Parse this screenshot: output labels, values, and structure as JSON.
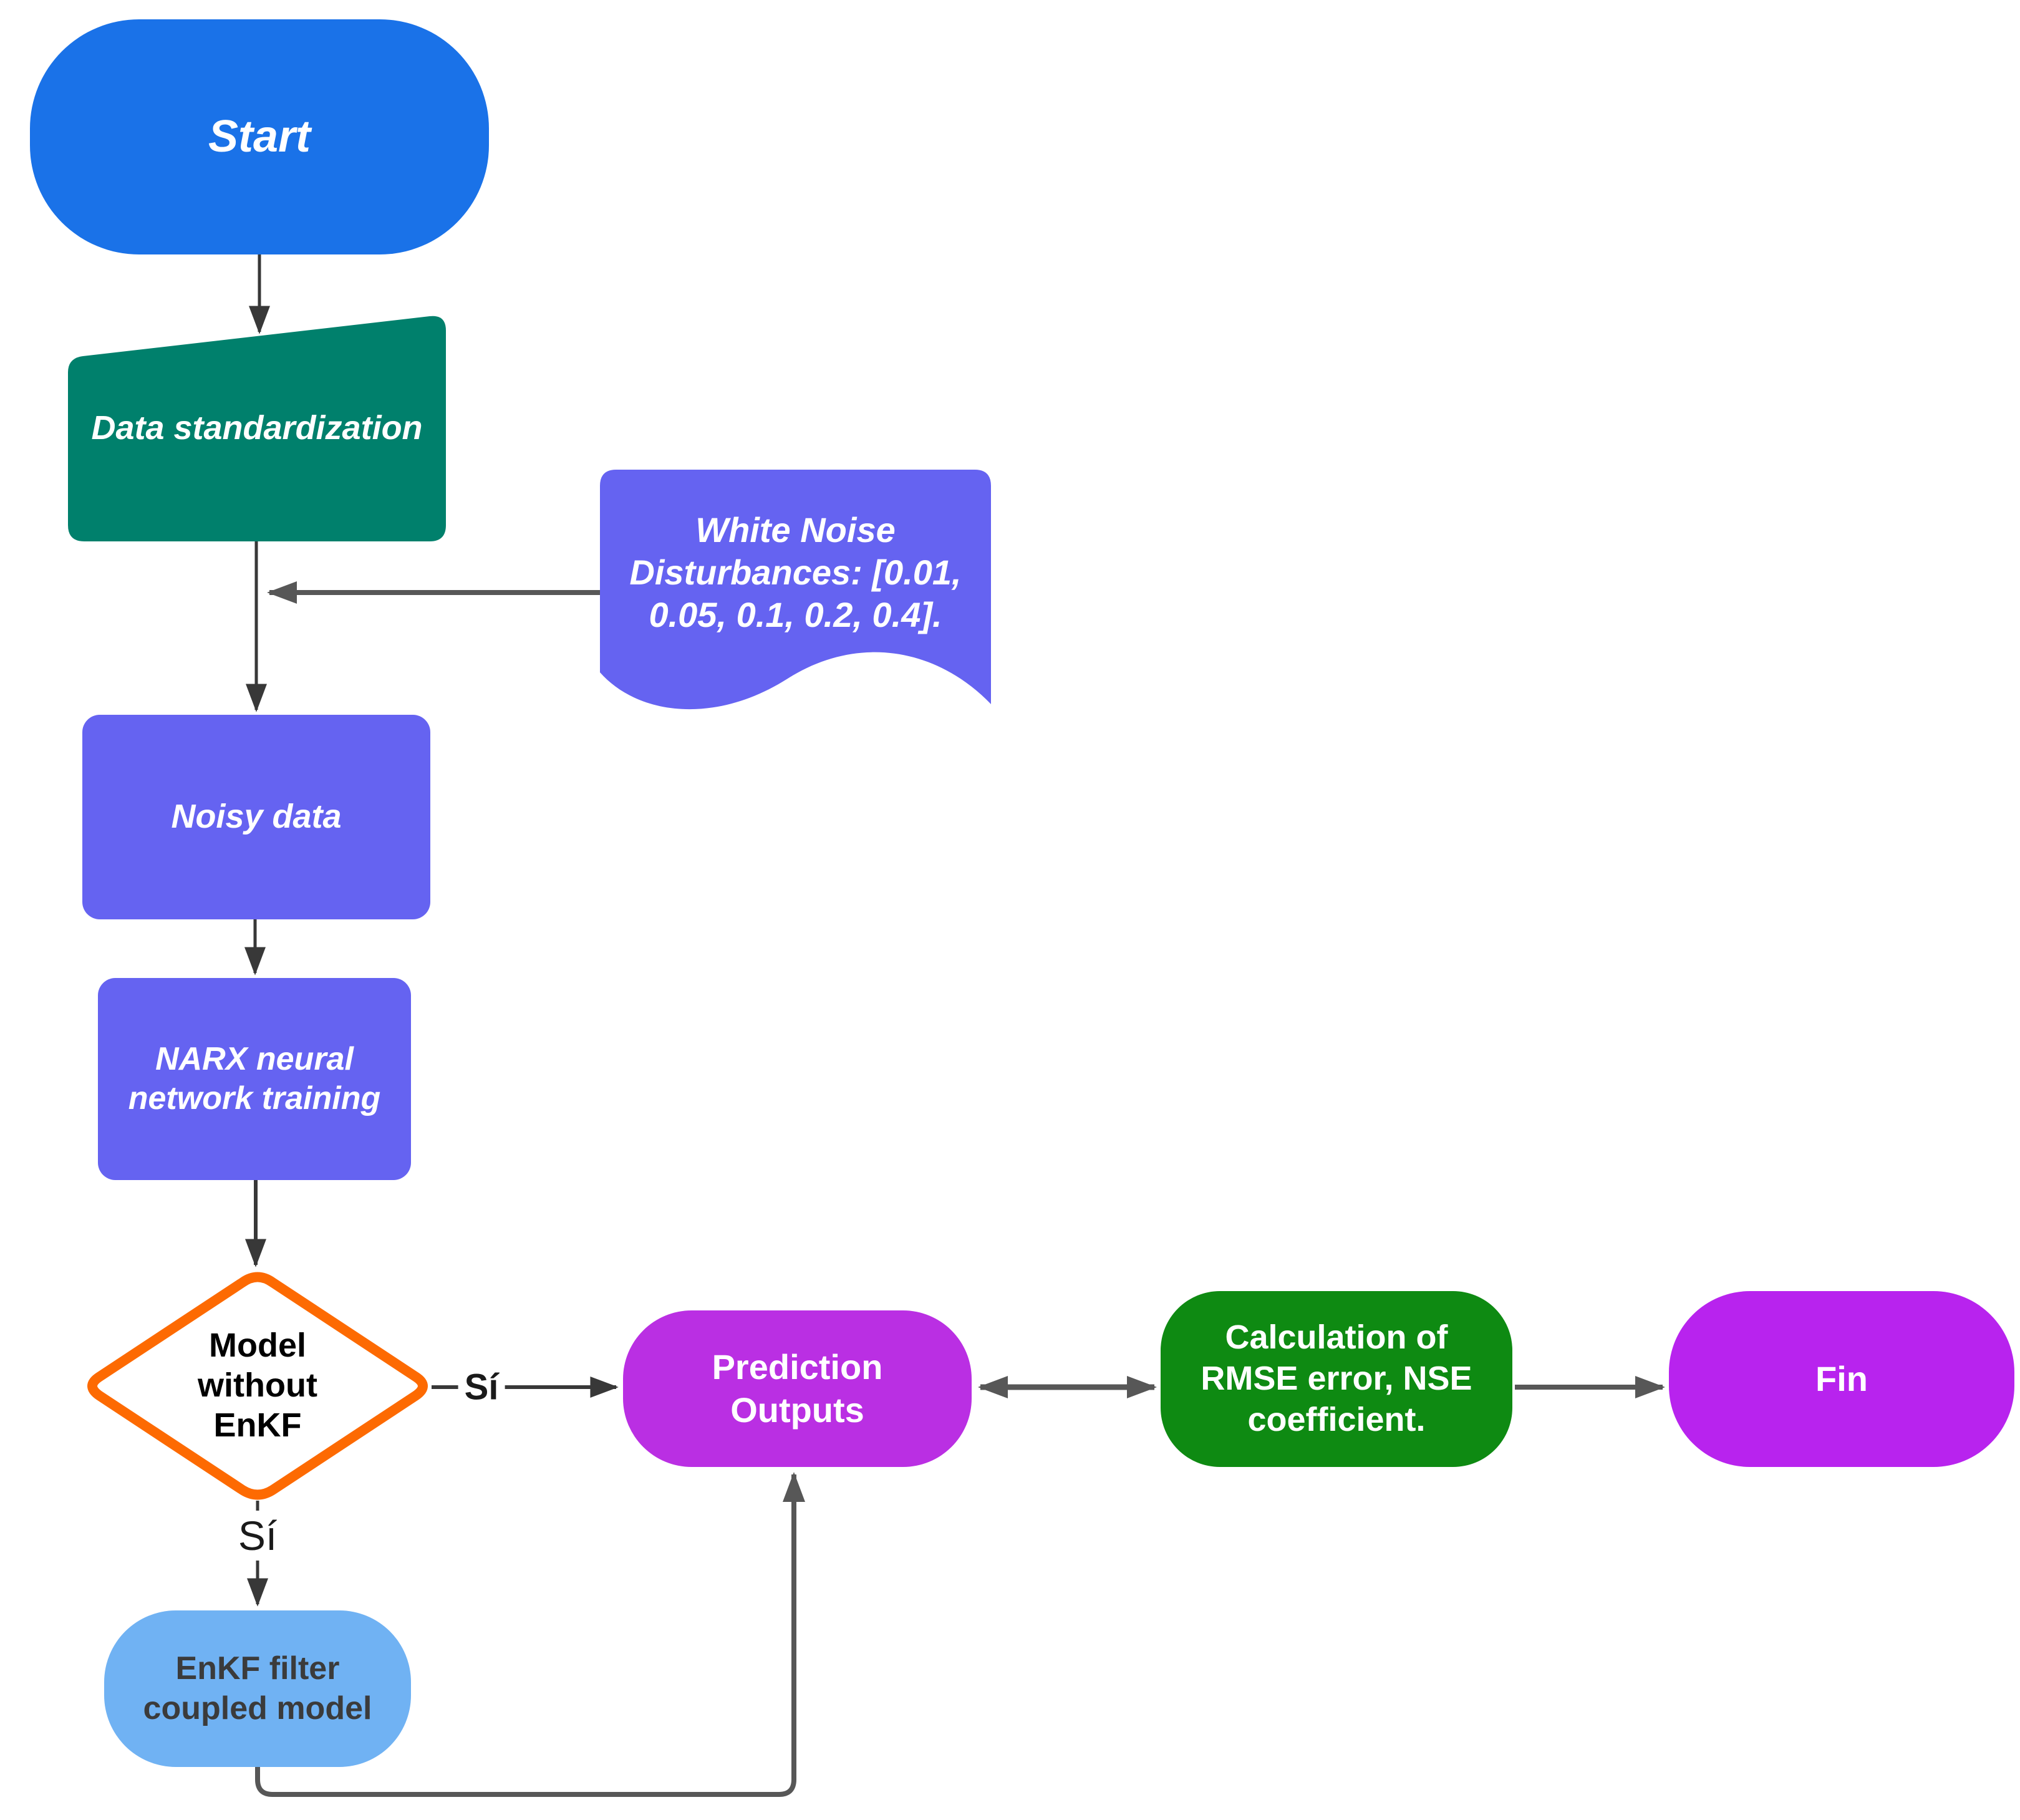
{
  "nodes": {
    "start": {
      "label": "Start"
    },
    "data_standardization": {
      "label": "Data standardization"
    },
    "white_noise_note": {
      "label": "White Noise Disturbances: [0.01, 0.05, 0.1, 0.2, 0.4]."
    },
    "noisy_data": {
      "label": "Noisy data"
    },
    "narx_training": {
      "label": "NARX neural network training"
    },
    "decision_model_without_enkf": {
      "label": "Model without EnKF"
    },
    "prediction_outputs": {
      "label": "Prediction Outputs"
    },
    "metrics_calculation": {
      "label": "Calculation of RMSE error, NSE coefficient."
    },
    "fin": {
      "label": "Fin"
    },
    "enkf_coupled_model": {
      "label": "EnKF filter coupled model"
    }
  },
  "edge_labels": {
    "decision_to_prediction": "Sí",
    "decision_to_enkf": "Sí"
  },
  "colors": {
    "start_blue": "#1a72e8",
    "teal": "#00806c",
    "periwinkle": "#6563f1",
    "orange": "#fd6a02",
    "magenta": "#ba2fe3",
    "green": "#0e8a12",
    "violet": "#b823ee",
    "lightblue": "#70b2f3",
    "arrow_dark": "#383838",
    "arrow_gray": "#575757",
    "text_light": "#ffffff",
    "text_dark": "#000000",
    "enkf_text": "#3b3b3b",
    "label_dark": "#1a1a1a"
  }
}
